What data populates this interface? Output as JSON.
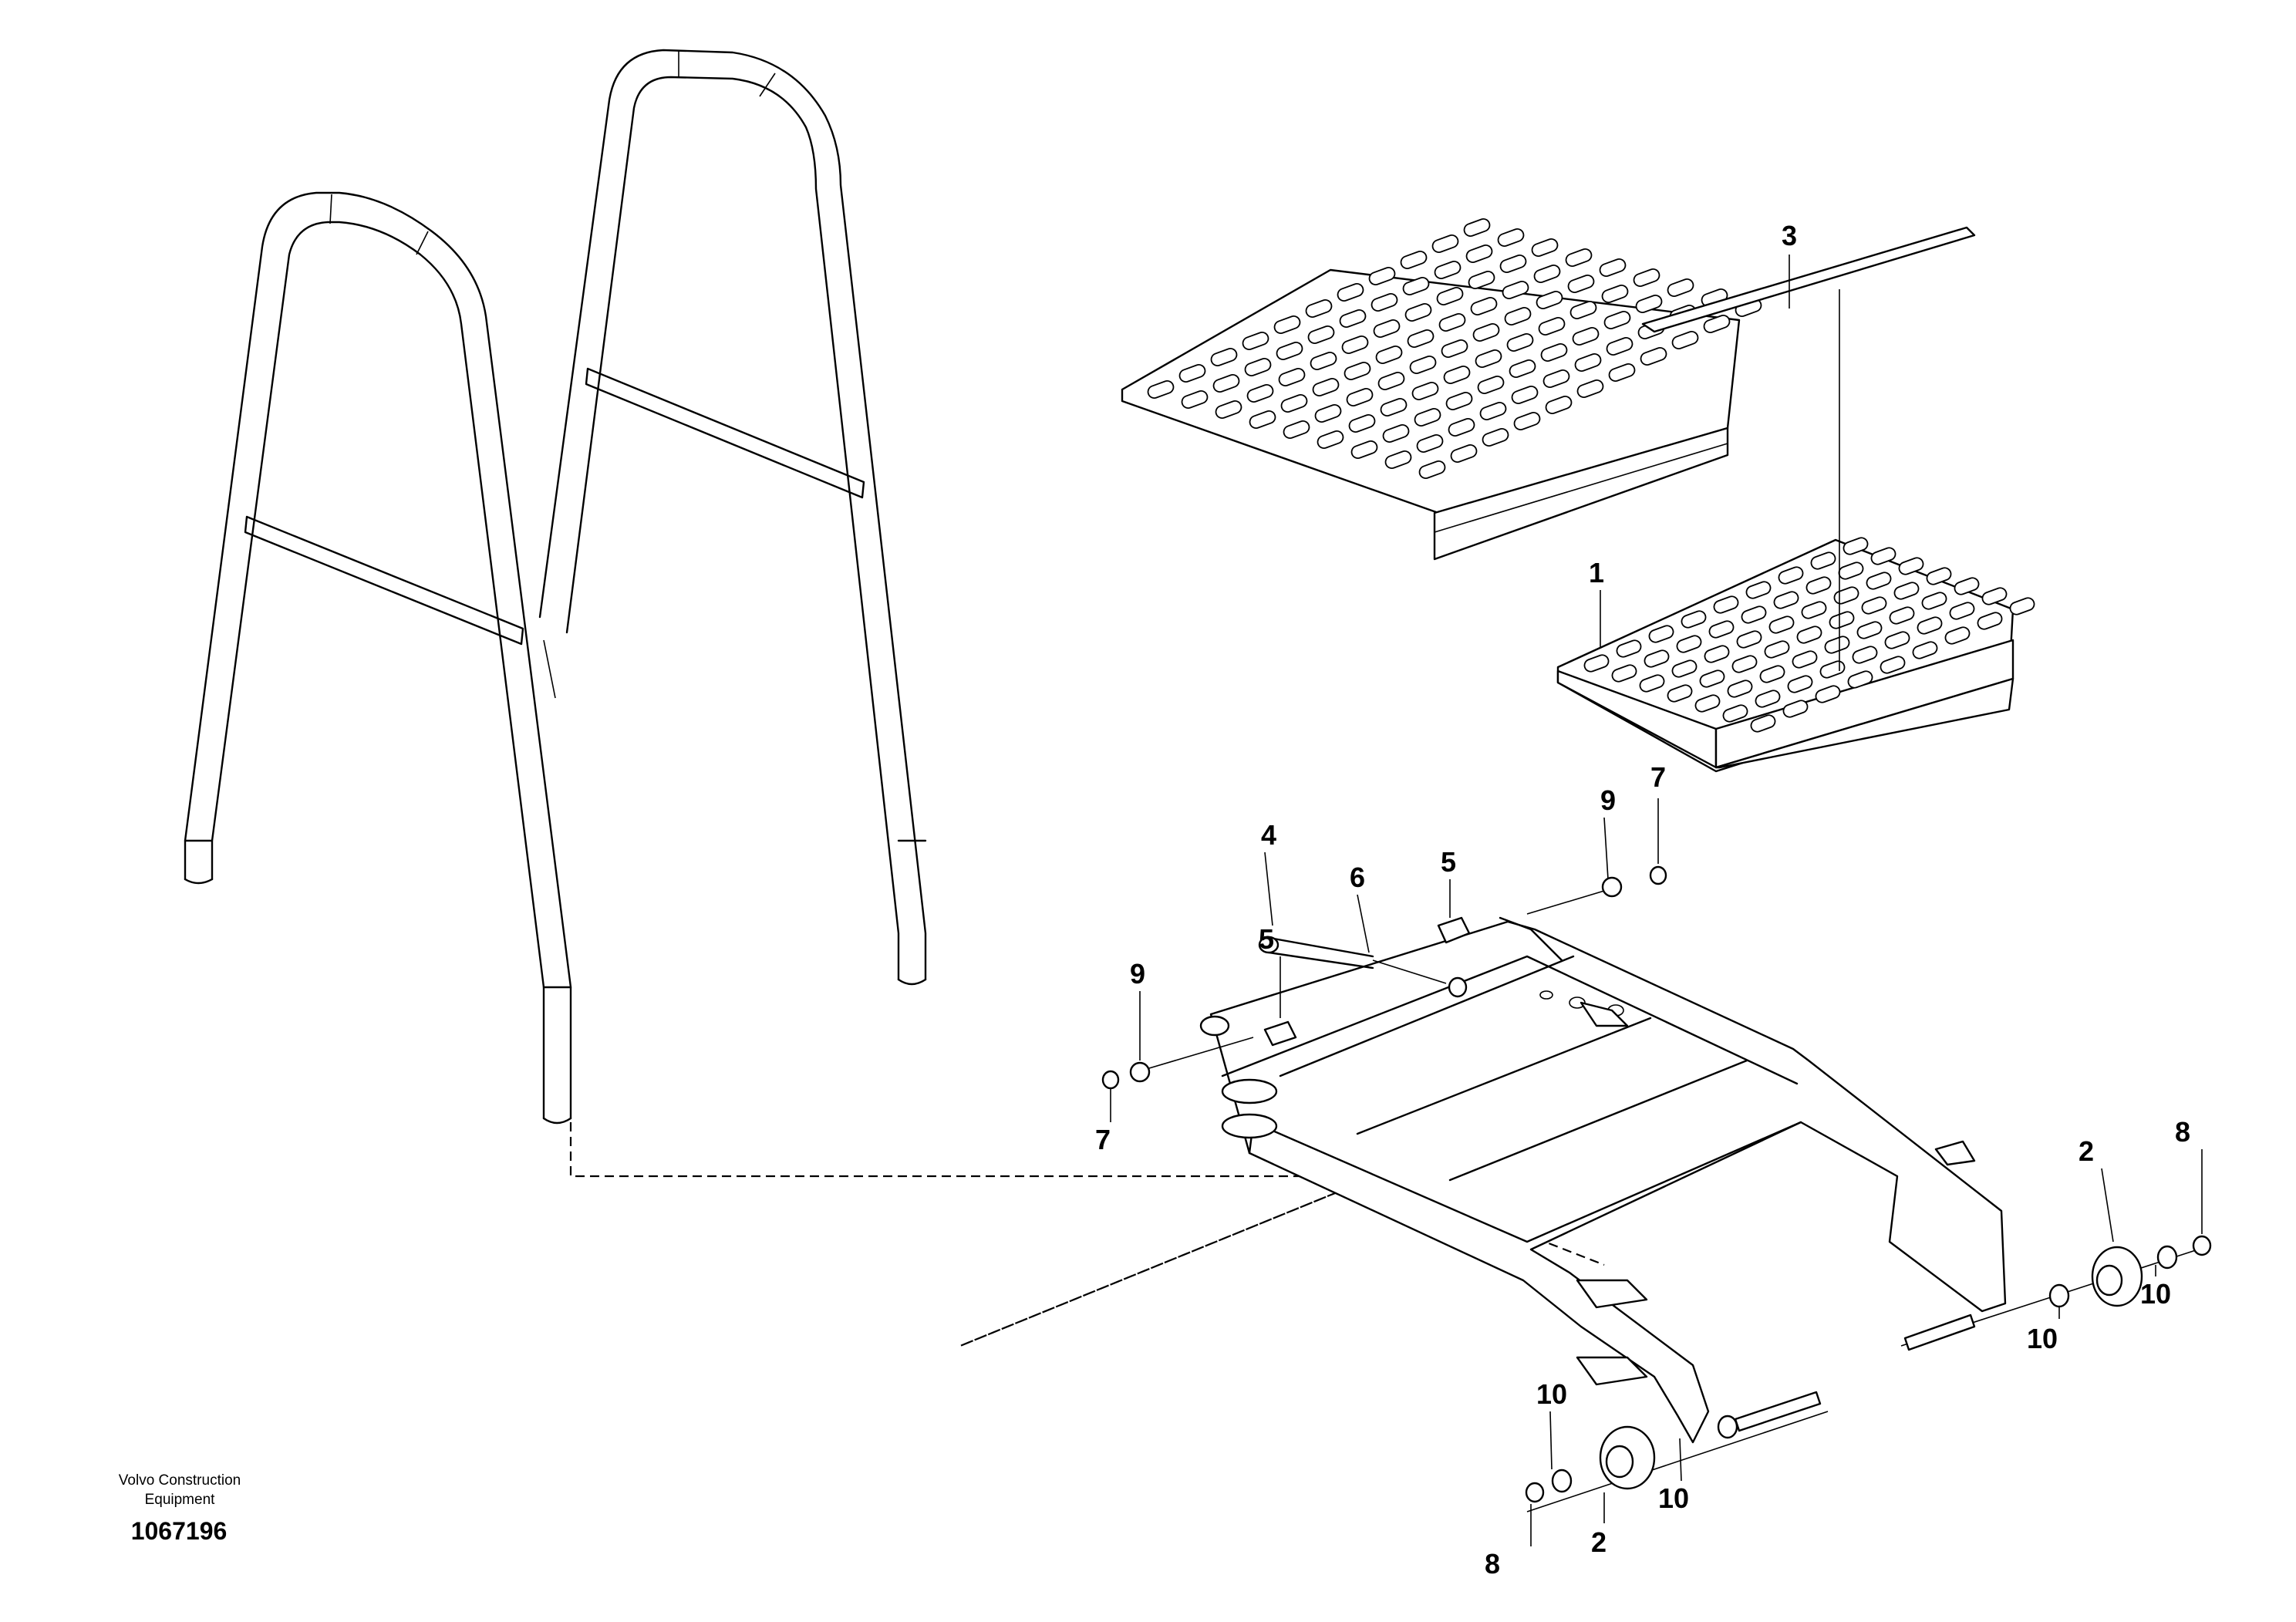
{
  "diagram": {
    "callouts": [
      {
        "id": "c-3",
        "label": "3"
      },
      {
        "id": "c-1",
        "label": "1"
      },
      {
        "id": "c-9a",
        "label": "9"
      },
      {
        "id": "c-7a",
        "label": "7"
      },
      {
        "id": "c-4",
        "label": "4"
      },
      {
        "id": "c-6",
        "label": "6"
      },
      {
        "id": "c-5a",
        "label": "5"
      },
      {
        "id": "c-5b",
        "label": "5"
      },
      {
        "id": "c-9b",
        "label": "9"
      },
      {
        "id": "c-7b",
        "label": "7"
      },
      {
        "id": "c-2a",
        "label": "2"
      },
      {
        "id": "c-8a",
        "label": "8"
      },
      {
        "id": "c-10a",
        "label": "10"
      },
      {
        "id": "c-10b",
        "label": "10"
      },
      {
        "id": "c-10c",
        "label": "10"
      },
      {
        "id": "c-10d",
        "label": "10"
      },
      {
        "id": "c-8b",
        "label": "8"
      },
      {
        "id": "c-2b",
        "label": "2"
      }
    ],
    "brand_line1": "Volvo Construction",
    "brand_line2": "Equipment",
    "document_number": "1067196"
  }
}
